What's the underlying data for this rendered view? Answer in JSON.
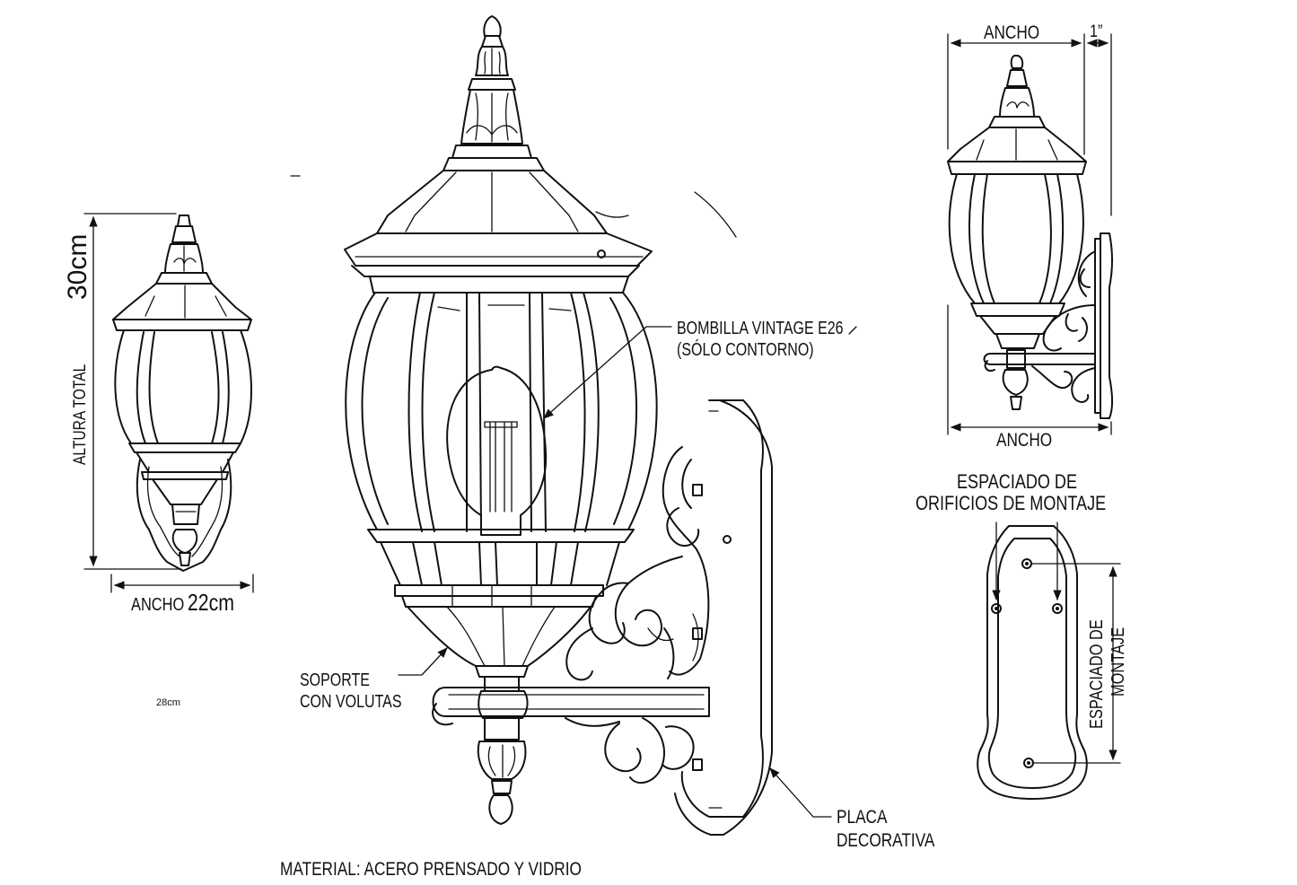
{
  "labels": {
    "height_value": "30cm",
    "total_height": "ALTURA TOTAL",
    "left_width": "ANCHO",
    "left_width_value": "22cm",
    "stray_dimension": "28cm",
    "bulb_line1": "BOMBILLA VINTAGE E26",
    "bulb_line2": "(SÓLO CONTORNO)",
    "bracket_line1": "SOPORTE",
    "bracket_line2": "CON VOLUTAS",
    "plate_line1": "PLACA",
    "plate_line2": "DECORATIVA",
    "material": "MATERIAL: ACERO PRENSADO Y VIDRIO",
    "top_width": "ANCHO",
    "top_offset": "1”",
    "bottom_width": "ANCHO",
    "holes_line1": "ESPACIADO DE",
    "holes_line2": "ORIFICIOS DE MONTAJE",
    "mount_line1": "ESPACIADO DE",
    "mount_line2": "MONTAJE"
  }
}
